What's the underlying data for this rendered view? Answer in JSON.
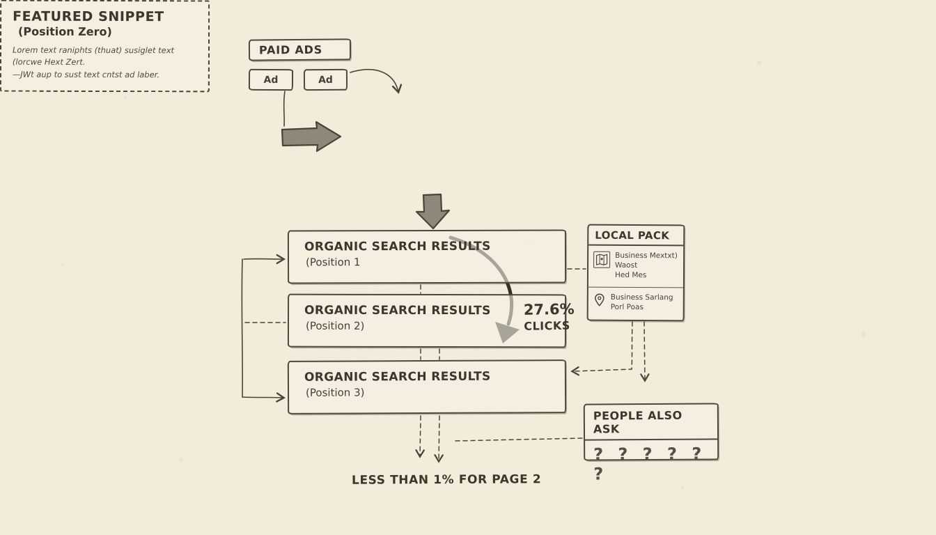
{
  "colors": {
    "background": "#f2ecdb",
    "ink": "#3b362e",
    "block_arrow": "#8e887a",
    "bold_arrow": "#35312a"
  },
  "paid_ads": {
    "title": "PAID ADS",
    "ads": [
      "Ad",
      "Ad"
    ]
  },
  "featured_snippet": {
    "title": "FEATURED SNIPPET",
    "subtitle": "(Position Zero)",
    "body_lines": [
      "Lorem text raniphts (thuat) susiglet text",
      "(lorcwe Hext Zert.",
      "—JWt aup to sust text cntst ad laber."
    ]
  },
  "organic_results": [
    {
      "title": "ORGANIC SEARCH RESULTS",
      "subtitle": "(Position 1"
    },
    {
      "title": "ORGANIC SEARCH RESULTS",
      "subtitle": "(Position 2)"
    },
    {
      "title": "ORGANIC SEARCH RESULTS",
      "subtitle": "(Position 3)"
    }
  ],
  "clicks_callout": {
    "percent": "27.6%",
    "label": "CLICKS"
  },
  "local_pack": {
    "title": "LOCAL PACK",
    "entries": [
      {
        "icon": "map-icon",
        "lines": [
          "Business Mextxt)",
          "Waost",
          "Hed Mes"
        ]
      },
      {
        "icon": "pin-icon",
        "lines": [
          "Business Sarlang",
          "Porl Poas"
        ]
      }
    ]
  },
  "people_also_ask": {
    "title": "PEOPLE ALSO ASK",
    "questions": "? ? ? ? ? ?"
  },
  "footer_note": "LESS THAN 1% FOR PAGE 2"
}
